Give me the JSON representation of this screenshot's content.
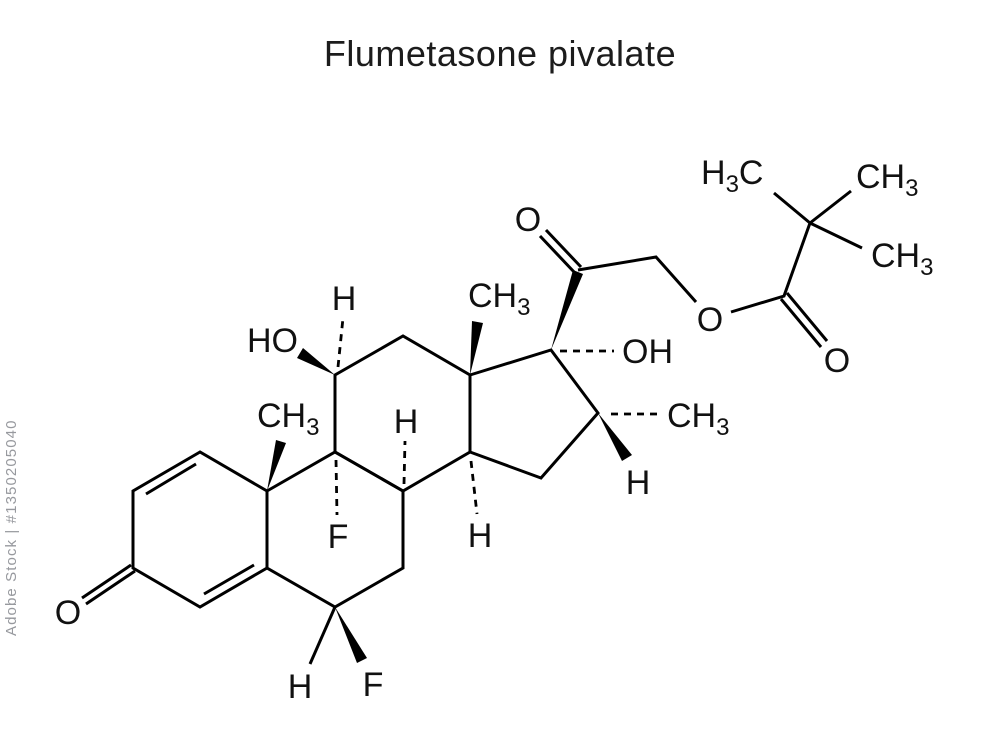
{
  "title": "Flumetasone pivalate",
  "watermark": {
    "text": "Adobe Stock | #1350205040"
  },
  "labels": {
    "O": "O",
    "HO": "HO",
    "OH": "OH",
    "H": "H",
    "F": "F",
    "CH": "CH",
    "C": "C",
    "sub3": "3"
  },
  "colors": {
    "bond": "#000000",
    "label": "#111111",
    "watermark": "#97999e",
    "background": "#ffffff"
  }
}
